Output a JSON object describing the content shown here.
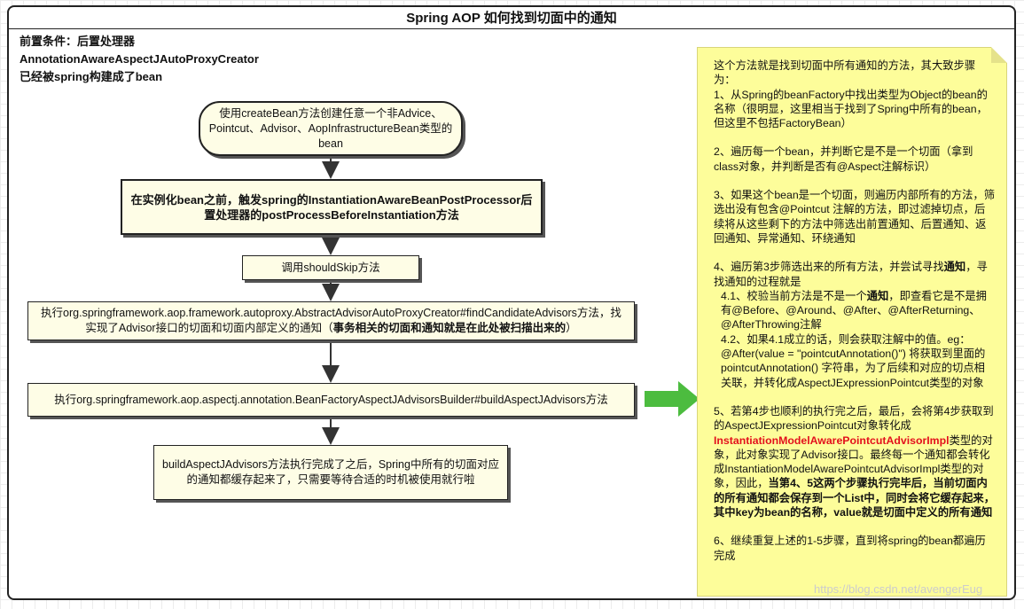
{
  "title": "Spring AOP 如何找到切面中的通知",
  "precondition": {
    "line1": "前置条件：后置处理器",
    "line2": "AnnotationAwareAspectJAutoProxyCreator",
    "line3": "已经被spring构建成了bean"
  },
  "flow": {
    "step1": "使用createBean方法创建任意一个非Advice、Pointcut、Advisor、AopInfrastructureBean类型的bean",
    "step2": "在实例化bean之前，触发spring的InstantiationAwareBeanPostProcessor后置处理器的postProcessBeforeInstantiation方法",
    "step3": "调用shouldSkip方法",
    "step4_text": "执行org.springframework.aop.framework.autoproxy.AbstractAdvisorAutoProxyCreator#findCandidateAdvisors方法，找实现了Advisor接口的切面和切面内部定义的通知（",
    "step4_bold": "事务相关的切面和通知就是在此处被扫描出来的",
    "step4_end": "）",
    "step5": "执行org.springframework.aop.aspectj.annotation.BeanFactoryAspectJAdvisorsBuilder#buildAspectJAdvisors方法",
    "step6": "buildAspectJAdvisors方法执行完成了之后，Spring中所有的切面对应的通知都缓存起来了，只需要等待合适的时机被使用就行啦"
  },
  "note": {
    "intro": "这个方法就是找到切面中所有通知的方法，其大致步骤为：",
    "s1": "1、从Spring的beanFactory中找出类型为Object的bean的名称（很明显，这里相当于找到了Spring中所有的bean，但这里不包括FactoryBean）",
    "s2": "2、遍历每一个bean，并判断它是不是一个切面（拿到class对象，并判断是否有@Aspect注解标识）",
    "s3": "3、如果这个bean是一个切面，则遍历内部所有的方法，筛选出没有包含@Pointcut 注解的方法，即过滤掉切点，后续将从这些剩下的方法中筛选出前置通知、后置通知、返回通知、异常通知、环绕通知",
    "s4_a": "4、遍历第3步筛选出来的所有方法，并尝试寻找",
    "s4_b": "通知",
    "s4_c": "，寻找通知的过程就是",
    "s41_a": "4.1、校验当前方法是不是一个",
    "s41_b": "通知",
    "s41_c": "，即查看它是不是拥有@Before、@Around、@After、@AfterReturning、@AfterThrowing注解",
    "s42": "4.2、如果4.1成立的话，则会获取注解中的值。eg：@After(value = \"pointcutAnnotation()\") 将获取到里面的 pointcutAnnotation() 字符串，为了后续和对应的切点相关联，并转化成AspectJExpressionPointcut类型的对象",
    "s5_a": "5、若第4步也顺利的执行完之后，最后，会将第4步获取到的AspectJExpressionPointcut对象转化成",
    "s5_red": "InstantiationModelAwarePointcutAdvisorImpl",
    "s5_b": "类型的对象，此对象实现了Advisor接口。最终每一个通知都会转化成InstantiationModelAwarePointcutAdvisorImpl类型的对象，因此，",
    "s5_bold": "当第4、5这两个步骤执行完毕后，当前切面内的所有通知都会保存到一个List中，同时会将它缓存起来，其中key为bean的名称，value就是切面中定义的所有通知",
    "s6": "6、继续重复上述的1-5步骤，直到将spring的bean都遍历完成"
  },
  "watermark": "https://blog.csdn.net/avengerEug",
  "colors": {
    "node_fill": "#fefde6",
    "note_fill": "#fdfd9a",
    "arrow_green": "#4cbc3f",
    "highlight_red": "#e3101c"
  }
}
